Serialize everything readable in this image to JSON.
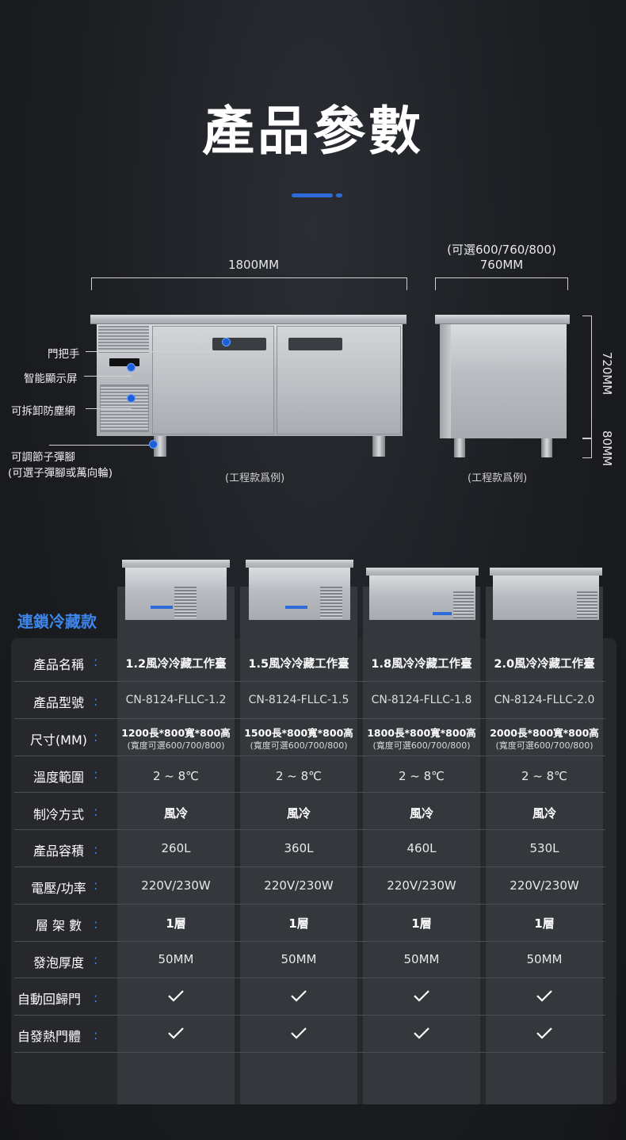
{
  "page": {
    "title": "產品參數"
  },
  "dimensions": {
    "front_width": "1800MM",
    "side_options": "(可選600/760/800)",
    "side_depth": "760MM",
    "body_height": "720MM",
    "leg_height": "80MM"
  },
  "callouts": {
    "door_handle": "門把手",
    "display": "智能顯示屏",
    "filter": "可拆卸防塵網",
    "legs_line1": "可調節子彈腳",
    "legs_line2": "(可選子彈腳或萬向輪)"
  },
  "captions": {
    "front": "(工程款爲例)",
    "side": "(工程款爲例)"
  },
  "table": {
    "section_title": "連鎖冷藏款",
    "colon": ":",
    "row_labels": {
      "name": "產品名稱",
      "model": "產品型號",
      "size": "尺寸(MM)",
      "temp": "溫度範圍",
      "cooling": "制冷方式",
      "capacity": "產品容積",
      "power": "電壓/功率",
      "shelves": "層 架 數",
      "foam": "發泡厚度",
      "auto_door": "自動回歸門",
      "heated_door": "自發熱門體"
    },
    "columns": [
      {
        "name": "1.2風冷冷藏工作臺",
        "model": "CN-8124-FLLC-1.2",
        "size_main": "1200長*800寬*800高",
        "size_note": "(寬度可選600/700/800)",
        "temp": "2 ~ 8℃",
        "cooling": "風冷",
        "capacity": "260L",
        "power": "220V/230W",
        "shelves": "1層",
        "foam": "50MM"
      },
      {
        "name": "1.5風冷冷藏工作臺",
        "model": "CN-8124-FLLC-1.5",
        "size_main": "1500長*800寬*800高",
        "size_note": "(寬度可選600/700/800)",
        "temp": "2 ~ 8℃",
        "cooling": "風冷",
        "capacity": "360L",
        "power": "220V/230W",
        "shelves": "1層",
        "foam": "50MM"
      },
      {
        "name": "1.8風冷冷藏工作臺",
        "model": "CN-8124-FLLC-1.8",
        "size_main": "1800長*800寬*800高",
        "size_note": "(寬度可選600/700/800)",
        "temp": "2 ~ 8℃",
        "cooling": "風冷",
        "capacity": "460L",
        "power": "220V/230W",
        "shelves": "1層",
        "foam": "50MM"
      },
      {
        "name": "2.0風冷冷藏工作臺",
        "model": "CN-8124-FLLC-2.0",
        "size_main": "2000長*800寬*800高",
        "size_note": "(寬度可選600/700/800)",
        "temp": "2 ~ 8℃",
        "cooling": "風冷",
        "capacity": "530L",
        "power": "220V/230W",
        "shelves": "1層",
        "foam": "50MM"
      }
    ],
    "check_icon": "checkmark-icon"
  },
  "colors": {
    "accent": "#2e6bd8",
    "label_blue": "#3d86ee",
    "background": "#1b1d21"
  }
}
